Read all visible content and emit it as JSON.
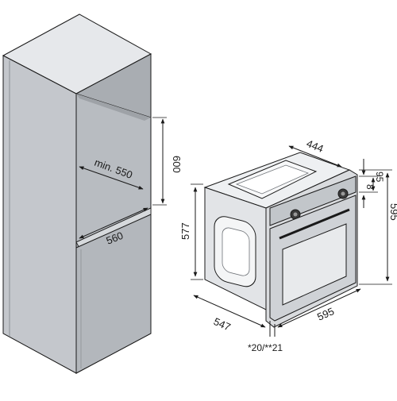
{
  "cabinet_dimensions": {
    "opening_depth_min": "min. 550",
    "opening_height": "600",
    "cabinet_width": "560"
  },
  "oven_dimensions": {
    "top_depth": "444",
    "depth_total": "547",
    "front_width": "595",
    "body_height": "577",
    "front_height": "595",
    "panel_offset_1": "8",
    "panel_offset_2": "95",
    "front_clearance": "*20/**21"
  },
  "colors": {
    "cabinet_front": "#c4c7cc",
    "cabinet_side": "#a9adb2",
    "cabinet_top": "#e6e8eb",
    "niche_interior": "#b8bcc1",
    "oven_body": "#e2e4e7",
    "oven_front": "#cfd2d6",
    "line": "#1a1a1a"
  }
}
